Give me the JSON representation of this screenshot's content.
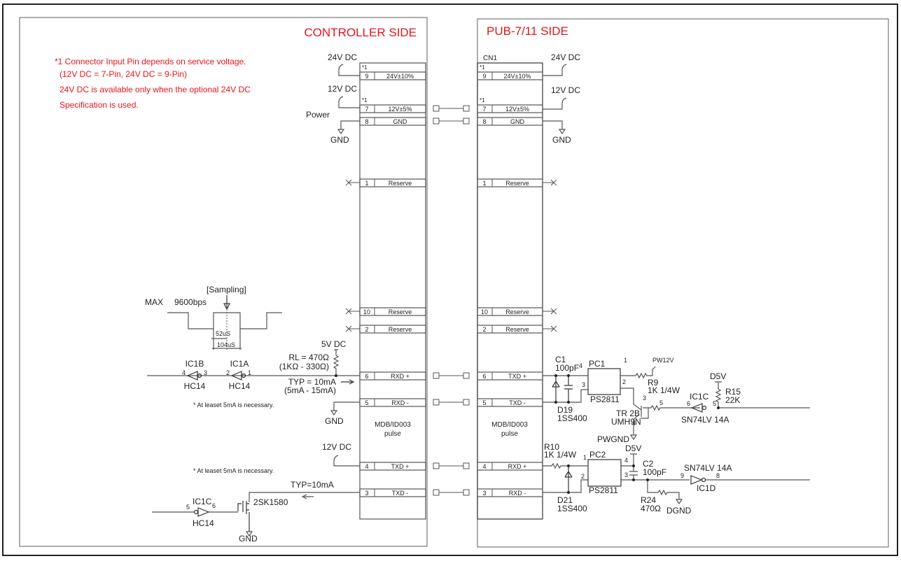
{
  "diagram": {
    "title_left": "CONTROLLER SIDE",
    "title_right": "PUB-7/11 SIDE",
    "notes": [
      "*1 Connector Input Pin depends on service voltage.",
      "(12V DC = 7-Pin, 24V DC = 9-Pin)",
      "24V DC is available only when the optional 24V DC",
      "Specification is used."
    ],
    "accent_color": "#e8141c",
    "connector_label": "CN1",
    "asterisk": "*1",
    "left_pins": [
      {
        "num": "9",
        "label": "24V±10%"
      },
      {
        "num": "7",
        "label": "12V±5%"
      },
      {
        "num": "8",
        "label": "GND"
      },
      {
        "num": "1",
        "label": "Reserve"
      },
      {
        "num": "10",
        "label": "Reserve"
      },
      {
        "num": "2",
        "label": "Reserve"
      },
      {
        "num": "6",
        "label": "RXD +"
      },
      {
        "num": "5",
        "label": "RXD -"
      },
      {
        "num": "4",
        "label": "TXD +"
      },
      {
        "num": "3",
        "label": "TXD -"
      }
    ],
    "right_pins": [
      {
        "num": "9",
        "label": "24V±10%"
      },
      {
        "num": "7",
        "label": "12V±5%"
      },
      {
        "num": "8",
        "label": "GND"
      },
      {
        "num": "1",
        "label": "Reserve"
      },
      {
        "num": "10",
        "label": "Reserve"
      },
      {
        "num": "2",
        "label": "Reserve"
      },
      {
        "num": "6",
        "label": "TXD +"
      },
      {
        "num": "5",
        "label": "TXD -"
      },
      {
        "num": "4",
        "label": "RXD +"
      },
      {
        "num": "3",
        "label": "RXD -"
      }
    ],
    "block_label_1": "MDB/ID003",
    "block_label_2": "pulse",
    "left_labels": {
      "v24": "24V DC",
      "v12": "12V DC",
      "power": "Power",
      "gnd": "GND",
      "v5": "5V DC",
      "rl1": "RL = 470Ω",
      "rl2": "(1KΩ - 330Ω)",
      "typ1": "TYP = 10mA",
      "typ2": "(5mA - 15mA)",
      "gnd2": "GND",
      "note1": "* At leaset 5mA is necessary.",
      "note2": "* At leaset 5mA is necessary.",
      "v12b": "12V DC",
      "typ3": "TYP=10mA",
      "fet": "2SK1580",
      "gnd3": "GND",
      "ic1b": "IC1B",
      "ic1a": "IC1A",
      "hc14a": "HC14",
      "hc14b": "HC14",
      "ic1c": "IC1C",
      "hc14c": "HC14",
      "sampling": "[Sampling]",
      "max": "MAX",
      "bps": "9600bps",
      "t52": "52uS",
      "t104": "104uS",
      "p4": "4",
      "p3": "3",
      "p2": "2",
      "p1": "1",
      "p5": "5",
      "p6": "6"
    },
    "right_labels": {
      "v24": "24V DC",
      "v12": "12V DC",
      "gnd": "GND",
      "c1": "C1",
      "c1v": "100pF",
      "pc1": "PC1",
      "pw12v": "PW12V",
      "r9": "R9",
      "r9v": "1K  1/4W",
      "d5v": "D5V",
      "r15": "R15",
      "r15v": "22K",
      "ic1c": "IC1C",
      "sn1": "SN74LV 14A",
      "ps1": "PS2811",
      "d19": "D19",
      "d19v": "1SS400",
      "tr": "TR 2B",
      "trv": "UMH9N",
      "pwgnd": "PWGND",
      "r10": "R10",
      "r10v": "1K  1/4W",
      "pc2": "PC2",
      "d5v2": "D5V",
      "c2": "C2",
      "c2v": "100pF",
      "sn2": "SN74LV 14A",
      "ic1d": "IC1D",
      "ps2": "PS2811",
      "d21": "D21",
      "d21v": "1SS400",
      "r24": "R24",
      "r24v": "470Ω",
      "dgnd": "DGND",
      "n1": "1",
      "n2": "2",
      "n3": "3",
      "n4": "4",
      "n5": "5",
      "n6": "6",
      "n8": "8",
      "n9": "9"
    }
  }
}
